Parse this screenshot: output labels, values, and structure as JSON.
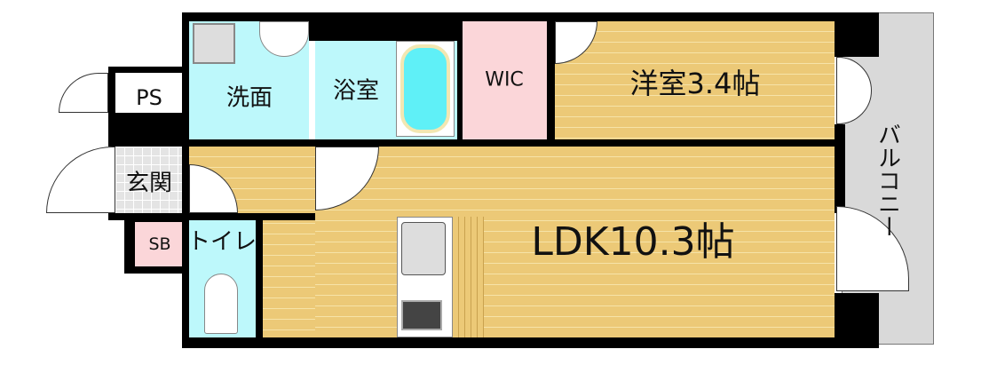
{
  "rooms": {
    "ps": "PS",
    "washroom": "洗面",
    "bathroom": "浴室",
    "wic": "WIC",
    "western_room": "洋室3.4帖",
    "balcony": "バルコニー",
    "entrance": "玄関",
    "shoebox": "SB",
    "toilet": "トイレ",
    "ldk": "LDK10.3帖"
  },
  "colors": {
    "wood": "#ecc977",
    "wet": "#bdf8fb",
    "storage": "#fbd6d9",
    "tile": "#e4e4e4",
    "balcony": "#d9d9d9"
  }
}
